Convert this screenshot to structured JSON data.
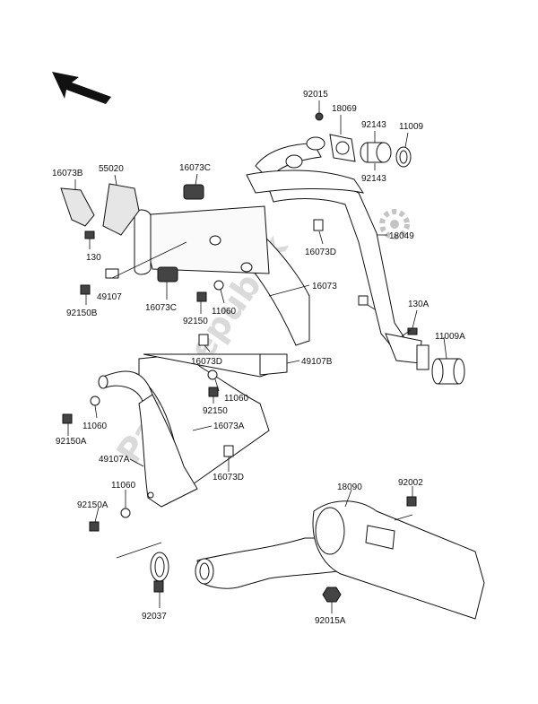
{
  "watermark": "PartsRepublik",
  "icons": {
    "orientation_arrow": "arrow-icon",
    "watermark_gear": "gear-icon"
  },
  "labels": {
    "l_92015": "92015",
    "l_18069": "18069",
    "l_92143_a": "92143",
    "l_11009": "11009",
    "l_92143_b": "92143",
    "l_16073B": "16073B",
    "l_55020": "55020",
    "l_16073C_top": "16073C",
    "l_16073D_top": "16073D",
    "l_18049": "18049",
    "l_130": "130",
    "l_49107": "49107",
    "l_16073": "16073",
    "l_92150B": "92150B",
    "l_16073C_mid": "16073C",
    "l_92150_top": "92150",
    "l_11060_top": "11060",
    "l_130A": "130A",
    "l_11009A": "11009A",
    "l_16073D_mid": "16073D",
    "l_49107B": "49107B",
    "l_11060_mid": "11060",
    "l_92150_mid": "92150",
    "l_11060_left": "11060",
    "l_92150A_top": "92150A",
    "l_16073A": "16073A",
    "l_49107A": "49107A",
    "l_16073D_bot": "16073D",
    "l_11060_bot": "11060",
    "l_92150A_bot": "92150A",
    "l_18090": "18090",
    "l_92002": "92002",
    "l_92037": "92037",
    "l_92015A": "92015A"
  }
}
